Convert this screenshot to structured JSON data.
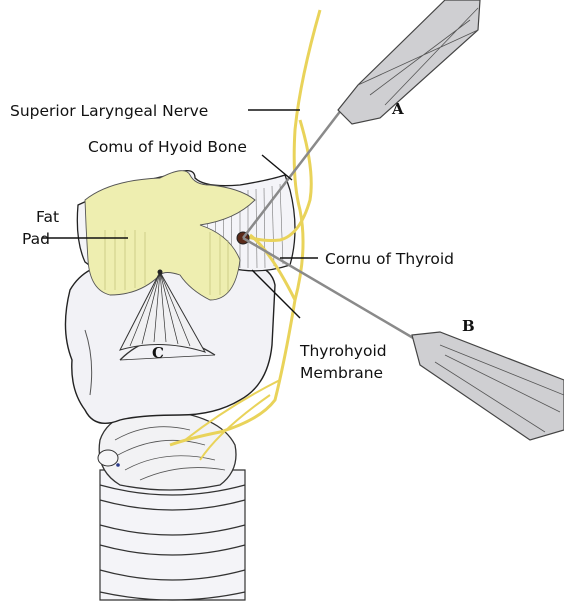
{
  "labels": {
    "superior_laryngeal_nerve": "Superior Laryngeal Nerve",
    "comu_of_hyoid_bone": "Comu of Hyoid Bone",
    "fat": "Fat",
    "pad": "Pad",
    "cornu_of_thyroid": "Cornu of Thyroid",
    "thyrohyoid_line1": "Thyrohyoid",
    "thyrohyoid_line2": "Membrane",
    "a": "A",
    "b": "B",
    "c": "C"
  },
  "colors": {
    "nerve": "#e9d35a",
    "fat_pad": "#eeeeb0",
    "cartilage": "#f2f2f6",
    "outline": "#222222",
    "needle": "#8a8a8a"
  }
}
